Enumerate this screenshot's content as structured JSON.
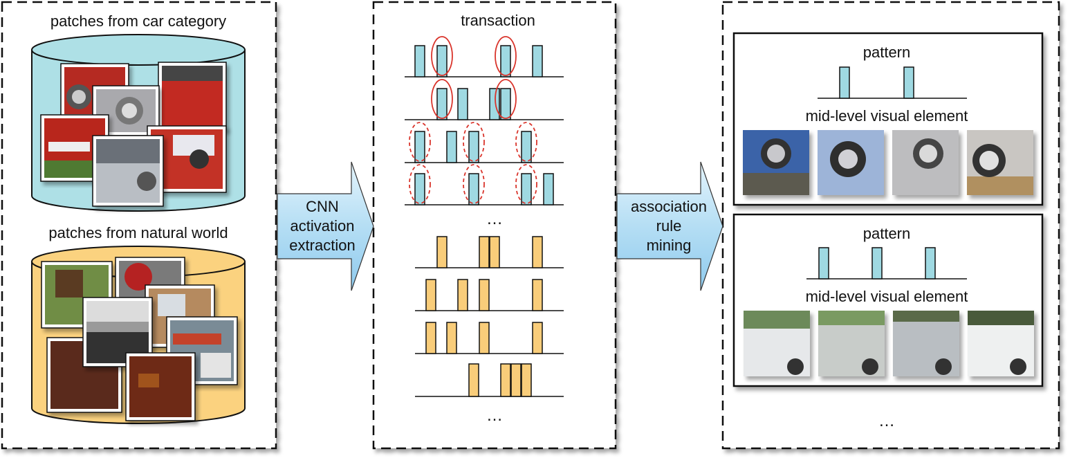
{
  "left_panel": {
    "car_label": "patches from car category",
    "natural_label": "patches from natural world"
  },
  "arrow1": {
    "lines": [
      "CNN",
      "activation",
      "extraction"
    ]
  },
  "middle_panel": {
    "title": "transaction",
    "ellipsis_top": "…",
    "ellipsis_bottom": "…"
  },
  "arrow2": {
    "lines": [
      "association",
      "rule",
      "mining"
    ]
  },
  "right_panel": {
    "pattern1_title": "pattern",
    "pattern1_subtitle": "mid-level visual element",
    "pattern2_title": "pattern",
    "pattern2_subtitle": "mid-level visual element",
    "ellipsis": "…"
  },
  "colors": {
    "car_fill": "#aee0e6",
    "natural_fill": "#fbd27f",
    "bar_blue": "#9fd9e2",
    "bar_yellow": "#f9cd7a",
    "arrow_fill": "#bfe3f6",
    "circle_red": "#d9342b"
  }
}
